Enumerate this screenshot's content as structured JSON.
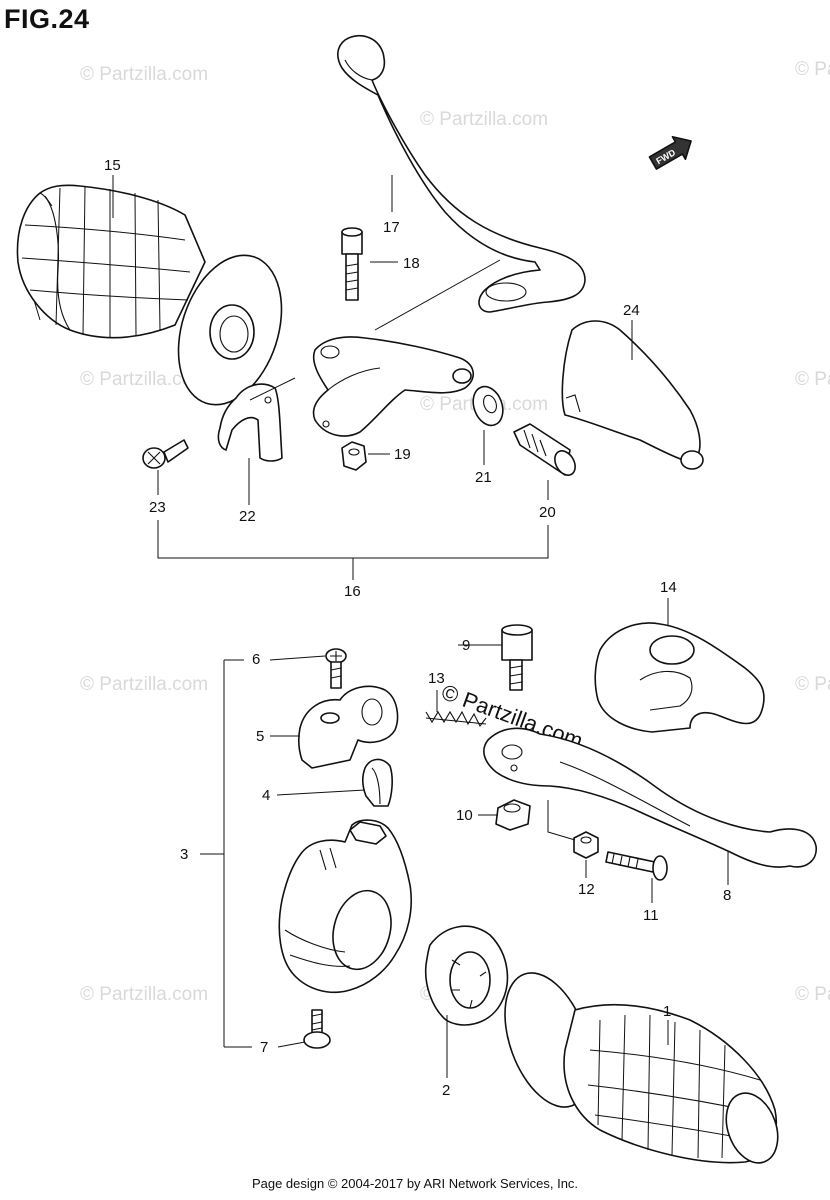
{
  "figure": {
    "title": "FIG.24"
  },
  "footer": {
    "text": "Page design © 2004-2017 by ARI Network Services, Inc."
  },
  "watermark": {
    "text": "© Partzilla.com"
  },
  "fwd_arrow": {
    "label": "FWD"
  },
  "callouts": {
    "c1": "1",
    "c2": "2",
    "c3": "3",
    "c4": "4",
    "c5": "5",
    "c6": "6",
    "c7": "7",
    "c8": "8",
    "c9": "9",
    "c10": "10",
    "c11": "11",
    "c12": "12",
    "c13": "13",
    "c14": "14",
    "c15": "15",
    "c16": "16",
    "c17": "17",
    "c18": "18",
    "c19": "19",
    "c20": "20",
    "c21": "21",
    "c22": "22",
    "c23": "23",
    "c24": "24"
  }
}
